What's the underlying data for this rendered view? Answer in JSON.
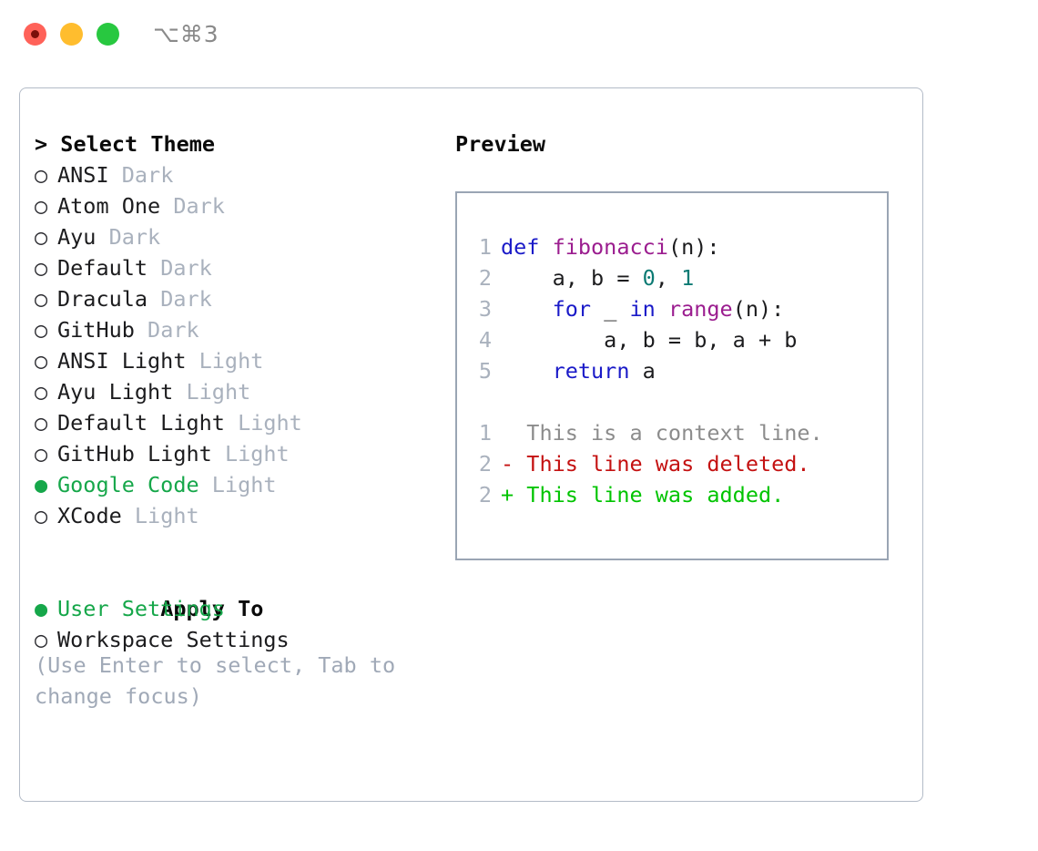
{
  "titlebar": {
    "shortcut": "⌥⌘3",
    "buttons": [
      {
        "name": "close",
        "color": "#ff6259"
      },
      {
        "name": "minimize",
        "color": "#ffbd2e"
      },
      {
        "name": "maximize",
        "color": "#28c840"
      }
    ]
  },
  "theme_picker": {
    "header": "> Select Theme",
    "unselected_bullet": "○",
    "selected_bullet": "●",
    "items": [
      {
        "bullet": "○",
        "label": "ANSI",
        "variant": "Dark",
        "selected": false
      },
      {
        "bullet": "○",
        "label": "Atom One",
        "variant": "Dark",
        "selected": false
      },
      {
        "bullet": "○",
        "label": "Ayu",
        "variant": "Dark",
        "selected": false
      },
      {
        "bullet": "○",
        "label": "Default",
        "variant": "Dark",
        "selected": false
      },
      {
        "bullet": "○",
        "label": "Dracula",
        "variant": "Dark",
        "selected": false
      },
      {
        "bullet": "○",
        "label": "GitHub",
        "variant": "Dark",
        "selected": false
      },
      {
        "bullet": "○",
        "label": "ANSI Light",
        "variant": "Light",
        "selected": false
      },
      {
        "bullet": "○",
        "label": "Ayu Light",
        "variant": "Light",
        "selected": false
      },
      {
        "bullet": "○",
        "label": "Default Light",
        "variant": "Light",
        "selected": false
      },
      {
        "bullet": "○",
        "label": "GitHub Light",
        "variant": "Light",
        "selected": false
      },
      {
        "bullet": "●",
        "label": "Google Code",
        "variant": "Light",
        "selected": true
      },
      {
        "bullet": "○",
        "label": "XCode",
        "variant": "Light",
        "selected": false
      }
    ]
  },
  "apply_to": {
    "title": "Apply To",
    "options": [
      {
        "bullet": "●",
        "label": "User Settings",
        "selected": true
      },
      {
        "bullet": "○",
        "label": "Workspace Settings",
        "selected": false
      }
    ]
  },
  "hint": "(Use Enter to select, Tab to change focus)",
  "preview": {
    "title": "Preview",
    "code_lines": [
      {
        "n": "1",
        "tokens": [
          {
            "t": "def ",
            "c": "kw"
          },
          {
            "t": "fibonacci",
            "c": "fn"
          },
          {
            "t": "(n):",
            "c": "pl"
          }
        ]
      },
      {
        "n": "2",
        "tokens": [
          {
            "t": "    a, b = ",
            "c": "pl"
          },
          {
            "t": "0",
            "c": "num"
          },
          {
            "t": ", ",
            "c": "pl"
          },
          {
            "t": "1",
            "c": "num"
          }
        ]
      },
      {
        "n": "3",
        "tokens": [
          {
            "t": "    ",
            "c": "pl"
          },
          {
            "t": "for",
            "c": "kw"
          },
          {
            "t": " _ ",
            "c": "pl"
          },
          {
            "t": "in",
            "c": "kw"
          },
          {
            "t": " ",
            "c": "pl"
          },
          {
            "t": "range",
            "c": "fn"
          },
          {
            "t": "(n):",
            "c": "pl"
          }
        ]
      },
      {
        "n": "4",
        "tokens": [
          {
            "t": "        a, b = b, a + b",
            "c": "pl"
          }
        ]
      },
      {
        "n": "5",
        "tokens": [
          {
            "t": "    ",
            "c": "pl"
          },
          {
            "t": "return",
            "c": "kw"
          },
          {
            "t": " a",
            "c": "pl"
          }
        ]
      }
    ],
    "diff_lines": [
      {
        "n": "1",
        "marker": "  ",
        "text": "This is a context line.",
        "kind": "d-ctx"
      },
      {
        "n": "2",
        "marker": "- ",
        "text": "This line was deleted.",
        "kind": "d-del"
      },
      {
        "n": "2",
        "marker": "+ ",
        "text": "This line was added.",
        "kind": "d-add"
      }
    ]
  },
  "colors": {
    "accent_green": "#16a74a",
    "muted": "#a9b1bd",
    "keyword": "#1a1ac8",
    "function": "#9b1d8f",
    "number": "#0b7a73",
    "diff_context": "#8c8c8c",
    "diff_deleted": "#c41111",
    "diff_added": "#00c400",
    "border": "#9aa5b4"
  }
}
